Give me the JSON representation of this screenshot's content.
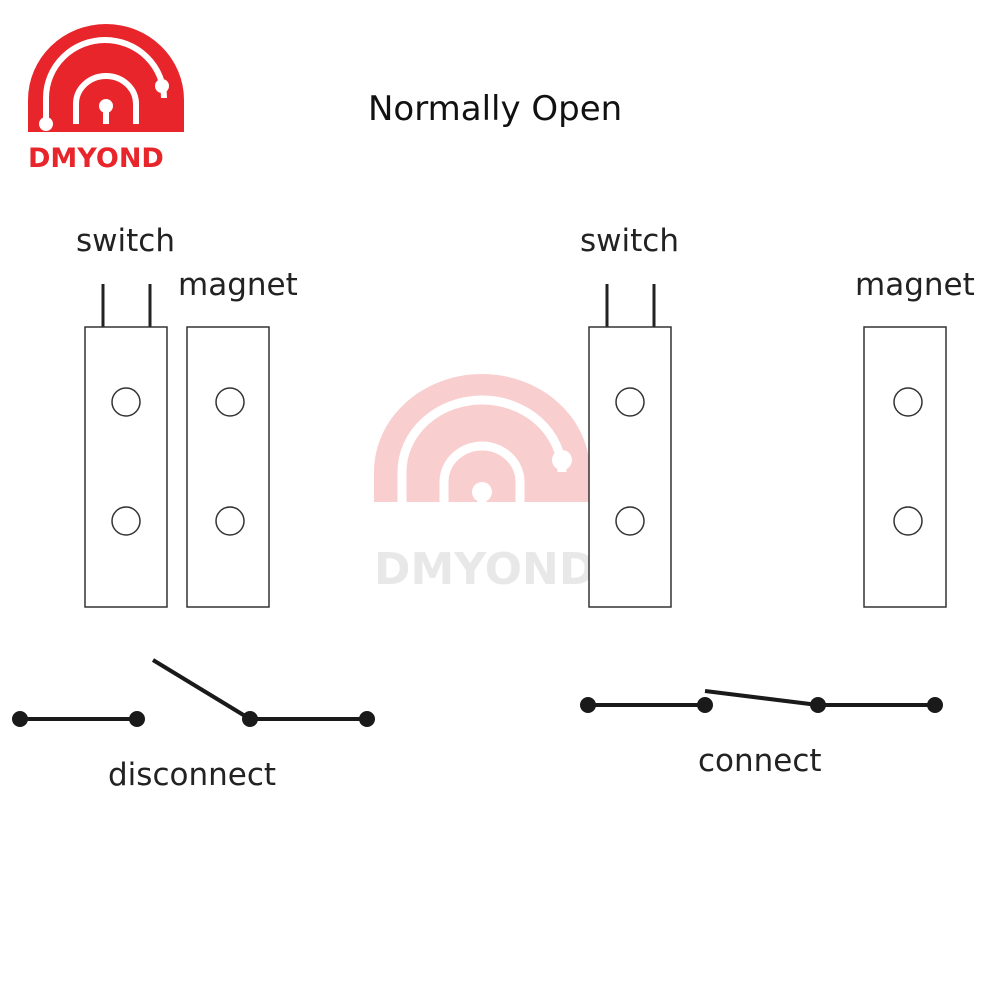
{
  "title": "Normally Open",
  "brand": {
    "name": "DMYOND",
    "color": "#e8252a"
  },
  "left_panel": {
    "switch_label": "switch",
    "magnet_label": "magnet",
    "state_label": "disconnect"
  },
  "right_panel": {
    "switch_label": "switch",
    "magnet_label": "magnet",
    "state_label": "connect"
  },
  "colors": {
    "outline": "#333333",
    "wire": "#1a1a1a",
    "watermark": "#f3b5b7"
  }
}
